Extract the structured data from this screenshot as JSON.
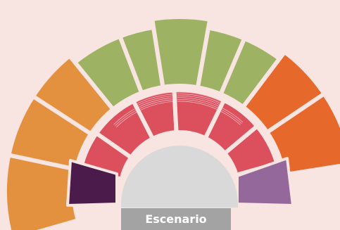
{
  "stage": {
    "label": "Escenario",
    "pit_color": "#d9d9d9",
    "label_bg_color": "#a3a3a3",
    "label_text_color": "#ffffff"
  },
  "colors": {
    "background": "#f8e4e1",
    "gap": "#f8e4e1",
    "outer_ring_edge": "#ede7c2"
  },
  "zones": [
    {
      "name": "zone-dark-purple",
      "color": "#4b1b4b"
    },
    {
      "name": "zone-red",
      "color": "#dc4f5d"
    },
    {
      "name": "zone-light-purple",
      "color": "#95689b"
    },
    {
      "name": "zone-light-orange",
      "color": "#e4913f"
    },
    {
      "name": "zone-green",
      "color": "#9db262"
    },
    {
      "name": "zone-dark-orange",
      "color": "#e7682b"
    }
  ]
}
